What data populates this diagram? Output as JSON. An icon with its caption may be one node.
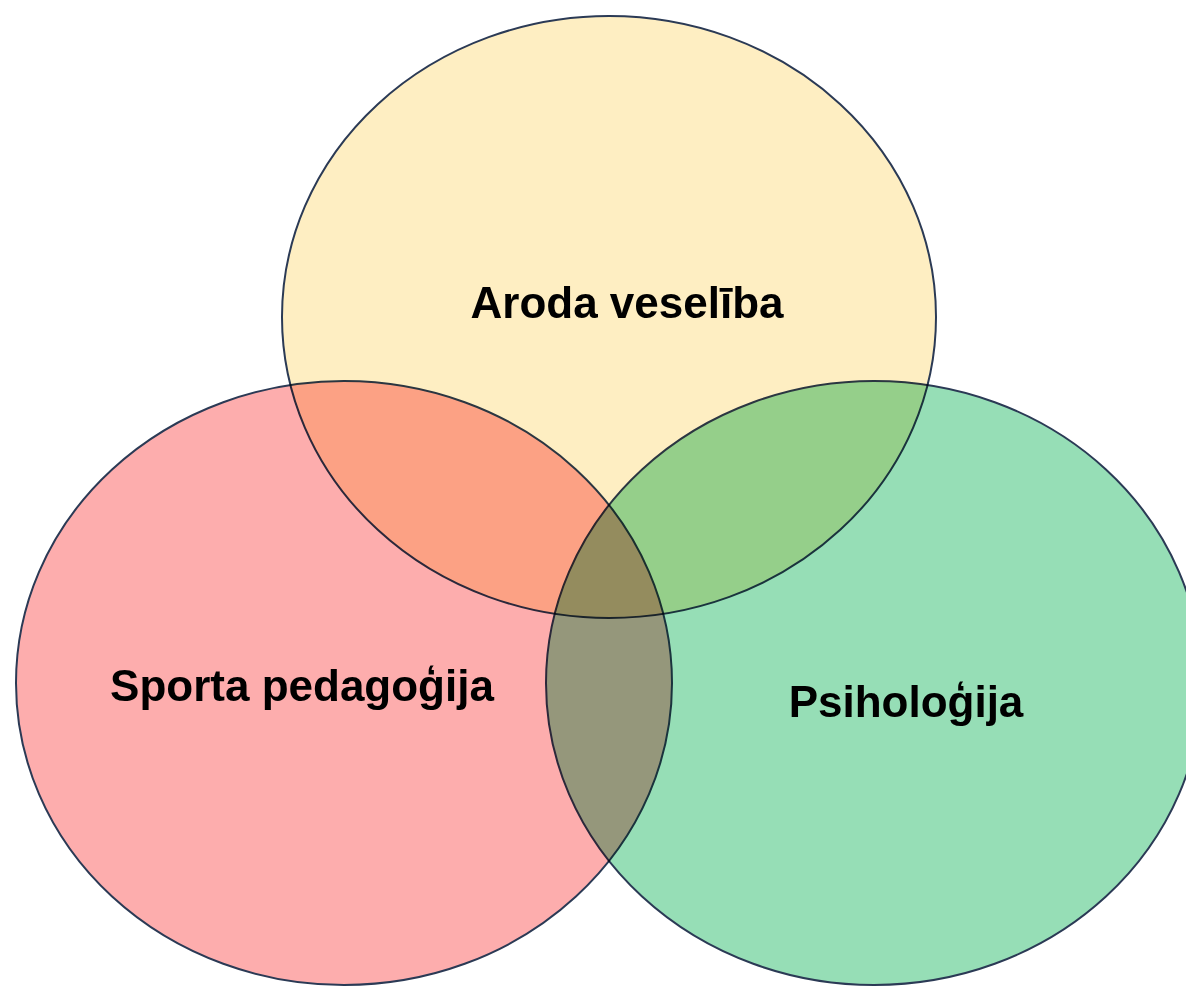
{
  "diagram": {
    "nodes": [
      {
        "text": [
          "Aroda veselība"
        ]
      },
      {
        "text": [
          "Sporta pedagoģija"
        ]
      },
      {
        "text": [
          "Psiholoģija"
        ]
      }
    ]
  }
}
